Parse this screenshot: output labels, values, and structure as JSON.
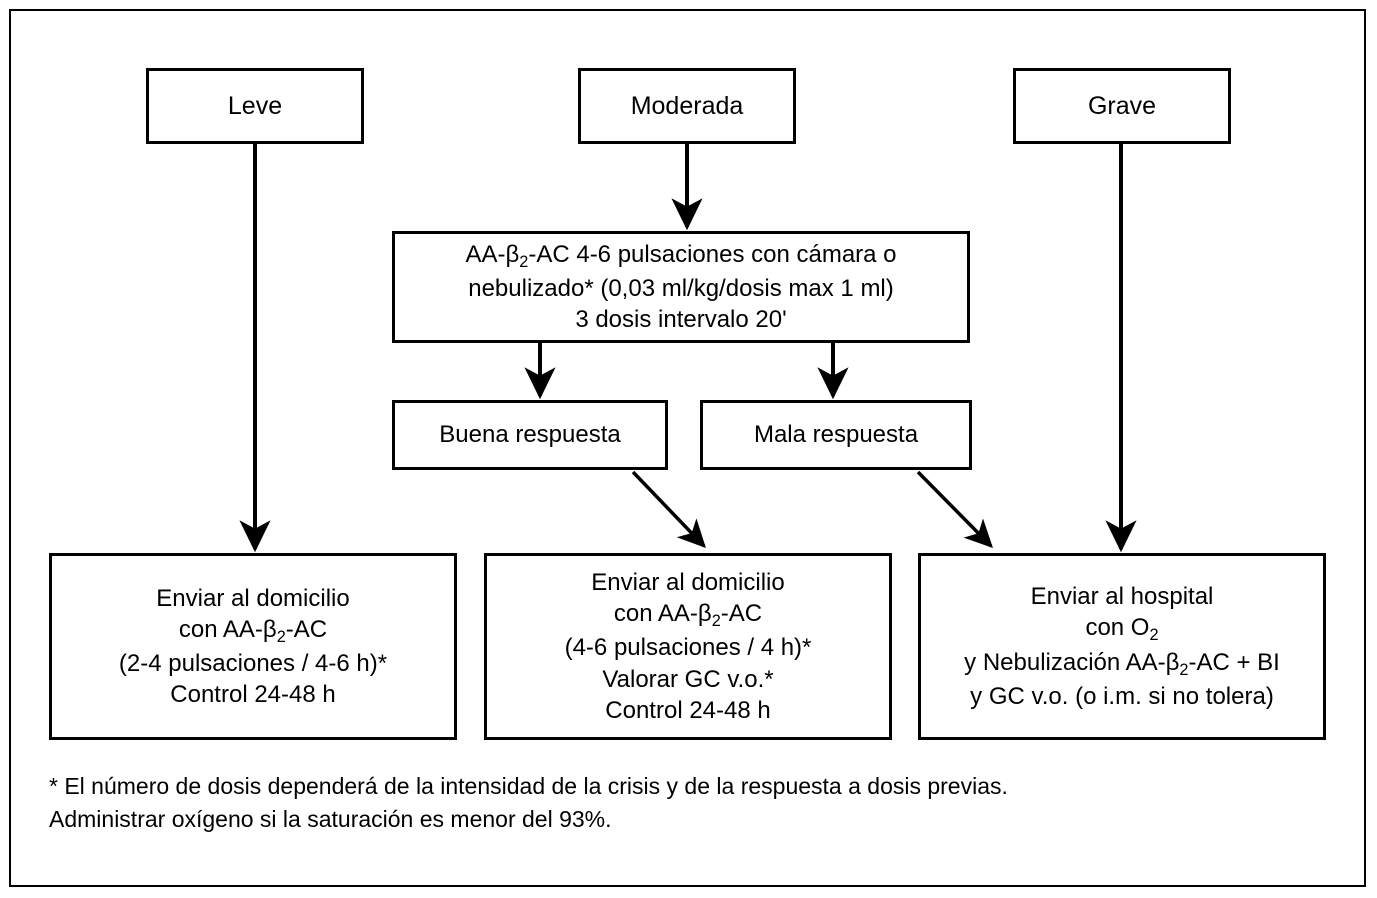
{
  "diagram": {
    "title_absent": true,
    "severity_nodes": [
      {
        "id": "leve",
        "label": "Leve"
      },
      {
        "id": "moderada",
        "label": "Moderada"
      },
      {
        "id": "grave",
        "label": "Grave"
      }
    ],
    "treatment_node": {
      "id": "treatment",
      "line1_pre": "AA-β",
      "line1_sub": "2",
      "line1_post": "-AC 4-6 pulsaciones con cámara o",
      "line2": "nebulizado* (0,03 ml/kg/dosis max 1 ml)",
      "line3": "3 dosis intervalo 20'"
    },
    "response_nodes": [
      {
        "id": "buena",
        "label": "Buena respuesta"
      },
      {
        "id": "mala",
        "label": "Mala respuesta"
      }
    ],
    "outcome_leve": {
      "line1": "Enviar al domicilio",
      "line2_pre": "con AA-β",
      "line2_sub": "2",
      "line2_post": "-AC",
      "line3": "(2-4 pulsaciones / 4-6 h)*",
      "line4": "Control 24-48 h"
    },
    "outcome_moderada": {
      "line1": "Enviar al domicilio",
      "line2_pre": "con AA-β",
      "line2_sub": "2",
      "line2_post": "-AC",
      "line3": "(4-6 pulsaciones / 4 h)*",
      "line4": "Valorar GC v.o.*",
      "line5": "Control 24-48 h"
    },
    "outcome_grave": {
      "line1": "Enviar al hospital",
      "line2_pre": "con O",
      "line2_sub": "2",
      "line2_post": "",
      "line3_pre": "y Nebulización AA-β",
      "line3_sub": "2",
      "line3_post": "-AC + BI",
      "line4": "y GC v.o. (o i.m. si no tolera)"
    },
    "footnote": "* El número de dosis dependerá de la intensidad de la crisis y de la respuesta a dosis previas.\nAdministrar oxígeno si la saturación es menor del 93%.",
    "colors": {
      "stroke": "#000000",
      "background": "#ffffff",
      "text": "#000000"
    },
    "connectors": [
      {
        "id": "leve-to-outcome",
        "from": "leve",
        "to": "outcome_leve",
        "style": "vertical"
      },
      {
        "id": "moderada-to-treatment",
        "from": "moderada",
        "to": "treatment",
        "style": "vertical"
      },
      {
        "id": "grave-to-outcome",
        "from": "grave",
        "to": "outcome_grave",
        "style": "vertical"
      },
      {
        "id": "treatment-to-buena",
        "from": "treatment",
        "to": "buena",
        "style": "vertical"
      },
      {
        "id": "treatment-to-mala",
        "from": "treatment",
        "to": "mala",
        "style": "vertical"
      },
      {
        "id": "buena-to-outcome",
        "from": "buena",
        "to": "outcome_moderada",
        "style": "diagonal"
      },
      {
        "id": "mala-to-outcome",
        "from": "mala",
        "to": "outcome_grave",
        "style": "diagonal"
      }
    ]
  }
}
